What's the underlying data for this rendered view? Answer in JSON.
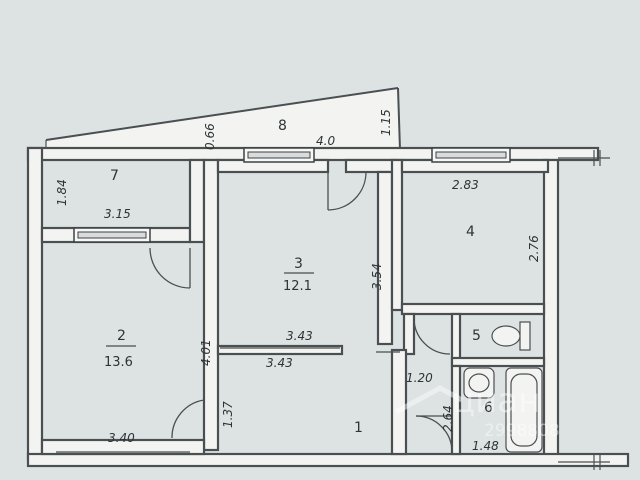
{
  "rooms": [
    {
      "id": "1",
      "number": "1",
      "area": ""
    },
    {
      "id": "2",
      "number": "2",
      "area": "13.6"
    },
    {
      "id": "3",
      "number": "3",
      "area": "12.1"
    },
    {
      "id": "4",
      "number": "4",
      "area": ""
    },
    {
      "id": "5",
      "number": "5",
      "area": ""
    },
    {
      "id": "6",
      "number": "6",
      "area": ""
    },
    {
      "id": "7",
      "number": "7",
      "area": ""
    },
    {
      "id": "8",
      "number": "8",
      "area": ""
    }
  ],
  "dimensions": {
    "d_1_84": "1.84",
    "d_3_15": "3.15",
    "d_0_66": "0.66",
    "d_4_0": "4.0",
    "d_1_15": "1.15",
    "d_2_83": "2.83",
    "d_2_76": "2.76",
    "d_3_54": "3.54",
    "d_3_43_top": "3.43",
    "d_3_43_bottom": "3.43",
    "d_4_01": "4.01",
    "d_1_37": "1.37",
    "d_3_40": "3.40",
    "d_1_20": "1.20",
    "d_2_64": "2.64",
    "d_1_48": "1.48"
  },
  "watermark": {
    "brand": "циан",
    "number": "2998808"
  }
}
